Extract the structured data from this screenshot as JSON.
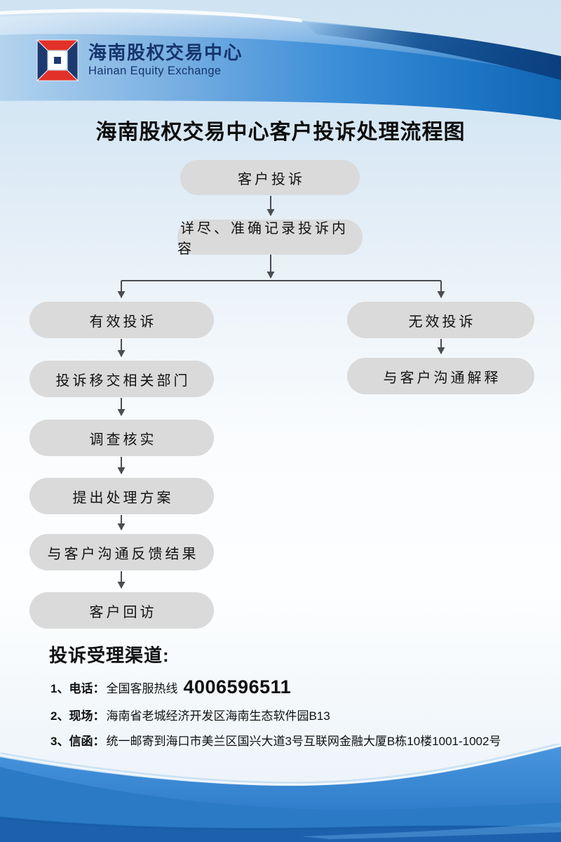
{
  "brand": {
    "name_zh": "海南股权交易中心",
    "name_en": "Hainan Equity Exchange"
  },
  "page": {
    "title": "海南股权交易中心客户投诉处理流程图"
  },
  "flowchart": {
    "nodes": [
      {
        "id": "complaint",
        "label": "客户投诉"
      },
      {
        "id": "record",
        "label": "详尽、准确记录投诉内容"
      },
      {
        "id": "valid",
        "label": "有效投诉"
      },
      {
        "id": "invalid",
        "label": "无效投诉"
      },
      {
        "id": "transfer",
        "label": "投诉移交相关部门"
      },
      {
        "id": "explain",
        "label": "与客户沟通解释"
      },
      {
        "id": "investigate",
        "label": "调查核实"
      },
      {
        "id": "plan",
        "label": "提出处理方案"
      },
      {
        "id": "feedback",
        "label": "与客户沟通反馈结果"
      },
      {
        "id": "revisit",
        "label": "客户回访"
      }
    ]
  },
  "channels": {
    "heading": "投诉受理渠道:",
    "items": [
      {
        "no": "1、",
        "label": "电话：",
        "text": "全国客服热线",
        "phone": "4006596511"
      },
      {
        "no": "2、",
        "label": "现场：",
        "text": "海南省老城经济开发区海南生态软件园B13"
      },
      {
        "no": "3、",
        "label": "信函：",
        "text": "统一邮寄到海口市美兰区国兴大道3号互联网金融大厦B栋10楼1001-1002号"
      }
    ]
  },
  "colors": {
    "brand_navy": "#1c3a70",
    "brand_red": "#e23128",
    "header_band_blue": "#2e86d2",
    "footer_blue": "#2b7ac6",
    "node_gray": "#dadada",
    "arrow_gray": "#4a4d52",
    "text_black": "#111111"
  }
}
